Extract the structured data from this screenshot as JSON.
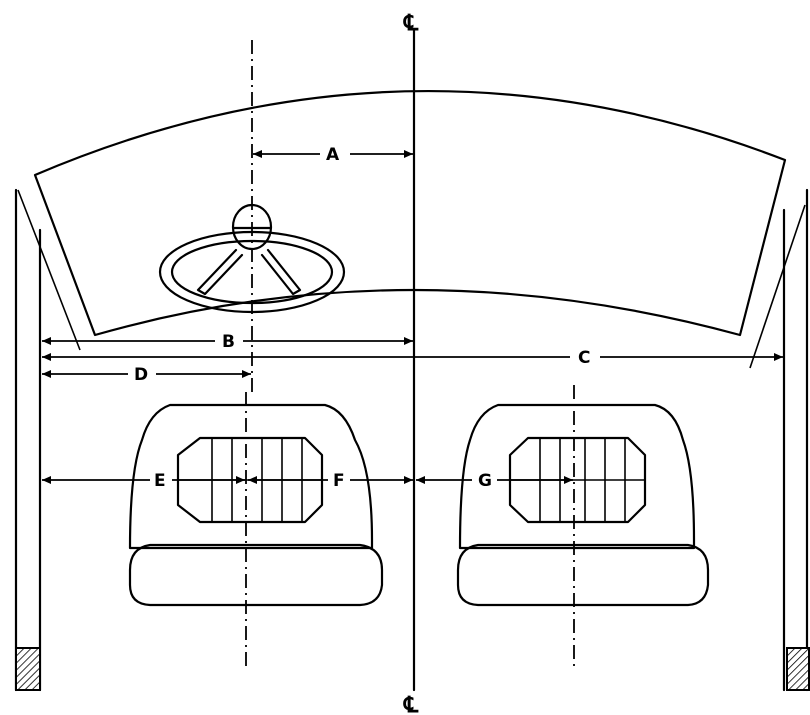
{
  "centerline": {
    "top_symbol": "℄",
    "bottom_symbol": "℄"
  },
  "dimensions": {
    "A": "A",
    "B": "B",
    "C": "C",
    "D": "D",
    "E": "E",
    "F": "F",
    "G": "G"
  }
}
